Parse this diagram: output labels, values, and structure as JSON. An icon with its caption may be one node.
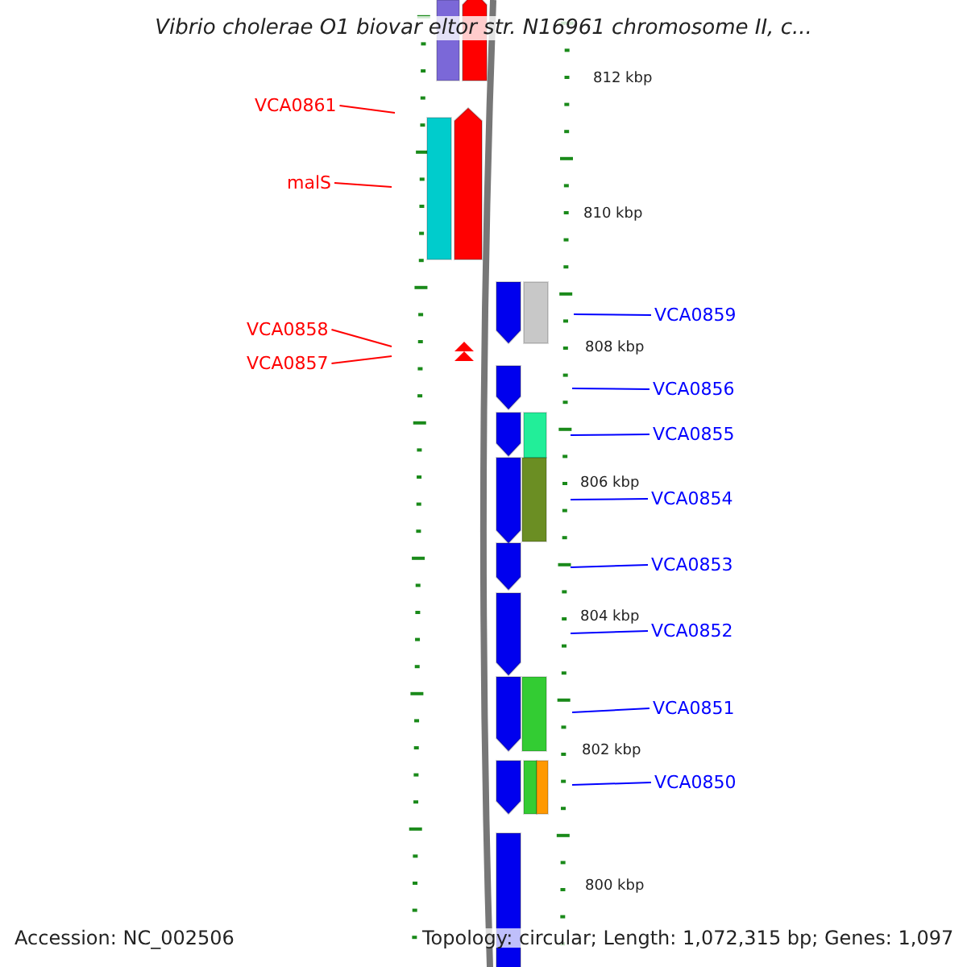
{
  "diagram": {
    "title": "Vibrio cholerae O1 biovar eltor str. N16961 chromosome II, c...",
    "nodes": [
      {
        "text": [
          "VCA0861"
        ]
      },
      {
        "text": [
          "malS"
        ]
      },
      {
        "text": [
          "VCA0858"
        ]
      },
      {
        "text": [
          "VCA0857"
        ]
      },
      {
        "text": [
          "VCA0859"
        ]
      },
      {
        "text": [
          "VCA0856"
        ]
      },
      {
        "text": [
          "VCA0855"
        ]
      },
      {
        "text": [
          "VCA0854"
        ]
      },
      {
        "text": [
          "VCA0853"
        ]
      },
      {
        "text": [
          "VCA0852"
        ]
      },
      {
        "text": [
          "VCA0851"
        ]
      },
      {
        "text": [
          "VCA0850"
        ]
      }
    ],
    "edges": [
      {
        "from": 0,
        "to": null,
        "arrow": "none",
        "color": "#ff0000"
      },
      {
        "from": 1,
        "to": null,
        "arrow": "none",
        "color": "#ff0000"
      },
      {
        "from": 2,
        "to": null,
        "arrow": "none",
        "color": "#ff0000"
      },
      {
        "from": 3,
        "to": null,
        "arrow": "none",
        "color": "#ff0000"
      },
      {
        "from": 4,
        "to": null,
        "arrow": "none"
      },
      {
        "from": 5,
        "to": null,
        "arrow": "none"
      },
      {
        "from": 6,
        "to": null,
        "arrow": "none"
      },
      {
        "from": 7,
        "to": null,
        "arrow": "none"
      },
      {
        "from": 8,
        "to": null,
        "arrow": "none"
      },
      {
        "from": 9,
        "to": null,
        "arrow": "none"
      },
      {
        "from": 10,
        "to": null,
        "arrow": "none"
      },
      {
        "from": 11,
        "to": null,
        "arrow": "none"
      }
    ],
    "labels": [
      "812 kbp",
      "810 kbp",
      "808 kbp",
      "806 kbp",
      "804 kbp",
      "802 kbp",
      "800 kbp",
      "Accession: NC_002506",
      "Topology: circular; Length: 1,072,315 bp; Genes: 1,097"
    ]
  }
}
